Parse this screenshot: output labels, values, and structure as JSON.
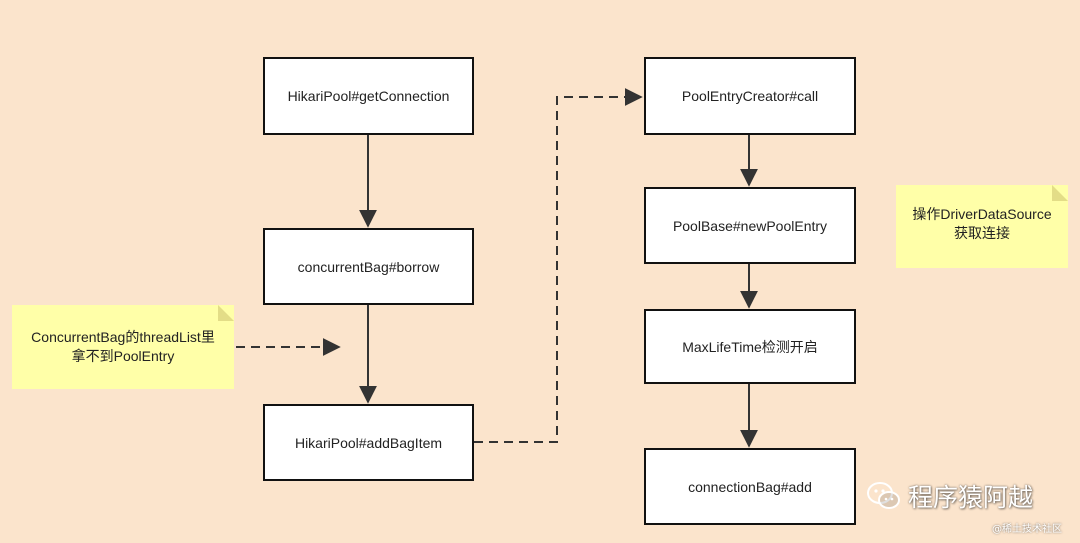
{
  "diagram": {
    "nodes": {
      "get_connection": "HikariPool#getConnection",
      "borrow": "concurrentBag#borrow",
      "add_bag_item": "HikariPool#addBagItem",
      "call": "PoolEntryCreator#call",
      "new_pool_entry": "PoolBase#newPoolEntry",
      "max_life_time": "MaxLifeTime检测开启",
      "connection_bag_add": "connectionBag#add"
    },
    "notes": {
      "thread_list": [
        "ConcurrentBag的threadList里",
        "拿不到PoolEntry"
      ],
      "driver": [
        "操作DriverDataSource",
        "获取连接"
      ]
    },
    "edges": [
      {
        "from": "get_connection",
        "to": "borrow",
        "style": "solid"
      },
      {
        "from": "borrow",
        "to": "add_bag_item",
        "style": "solid"
      },
      {
        "from": "add_bag_item",
        "to": "call",
        "style": "dashed"
      },
      {
        "from": "call",
        "to": "new_pool_entry",
        "style": "solid"
      },
      {
        "from": "new_pool_entry",
        "to": "max_life_time",
        "style": "solid"
      },
      {
        "from": "max_life_time",
        "to": "connection_bag_add",
        "style": "solid"
      },
      {
        "from": "thread_list",
        "to": "borrow_to_add_bag_item_edge",
        "style": "dashed"
      }
    ]
  },
  "watermark": {
    "name": "程序猿阿越",
    "site": "@稀土技术社区",
    "icon": "wechat-icon"
  },
  "colors": {
    "background": "#fbe4cc",
    "node_fill": "#ffffff",
    "node_border": "#111111",
    "note_fill": "#ffffa8",
    "line": "#333333"
  }
}
